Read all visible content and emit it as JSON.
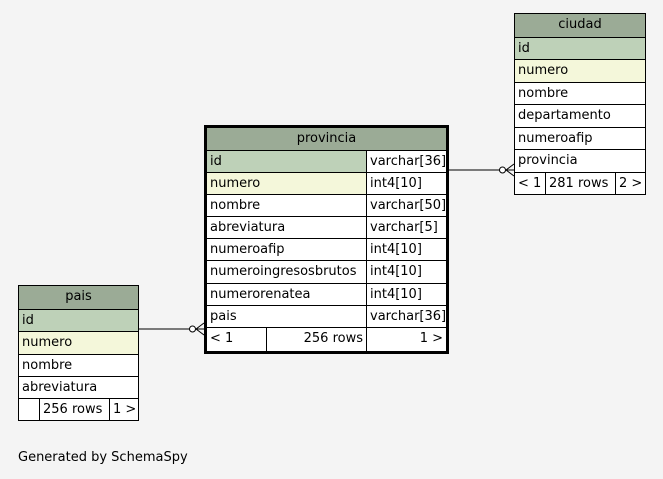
{
  "provincia": {
    "title": "provincia",
    "columns": [
      {
        "name": "id",
        "type": "varchar[36]"
      },
      {
        "name": "numero",
        "type": "int4[10]"
      },
      {
        "name": "nombre",
        "type": "varchar[50]"
      },
      {
        "name": "abreviatura",
        "type": "varchar[5]"
      },
      {
        "name": "numeroafip",
        "type": "int4[10]"
      },
      {
        "name": "numeroingresosbrutos",
        "type": "int4[10]"
      },
      {
        "name": "numerorenatea",
        "type": "int4[10]"
      },
      {
        "name": "pais",
        "type": "varchar[36]"
      }
    ],
    "footer": {
      "left": "< 1",
      "rows": "256 rows",
      "right": "1 >"
    }
  },
  "ciudad": {
    "title": "ciudad",
    "columns": [
      "id",
      "numero",
      "nombre",
      "departamento",
      "numeroafip",
      "provincia"
    ],
    "footer": {
      "left": "< 1",
      "rows": "281 rows",
      "right": "2 >"
    }
  },
  "pais": {
    "title": "pais",
    "columns": [
      "id",
      "numero",
      "nombre",
      "abreviatura"
    ],
    "footer": {
      "left": "",
      "rows": "256 rows",
      "right": "1 >"
    }
  },
  "generated_by": "Generated by SchemaSpy",
  "colors": {
    "header": "#9bab96",
    "primary_key": "#bed1b8",
    "foreign_key": "#f4f7da",
    "background": "#f4f4f4"
  }
}
